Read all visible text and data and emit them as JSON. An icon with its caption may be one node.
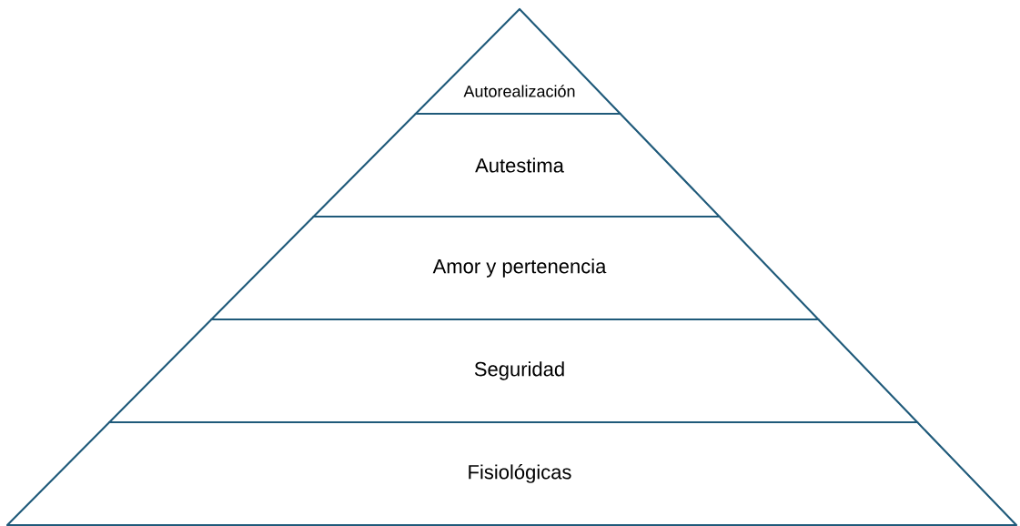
{
  "diagram": {
    "nodes": [
      {
        "text": [
          "Autorealización"
        ]
      },
      {
        "text": [
          "Autestima"
        ]
      },
      {
        "text": [
          "Amor y pertenencia"
        ]
      },
      {
        "text": [
          "Seguridad"
        ]
      },
      {
        "text": [
          "Fisiológicas"
        ]
      }
    ]
  }
}
